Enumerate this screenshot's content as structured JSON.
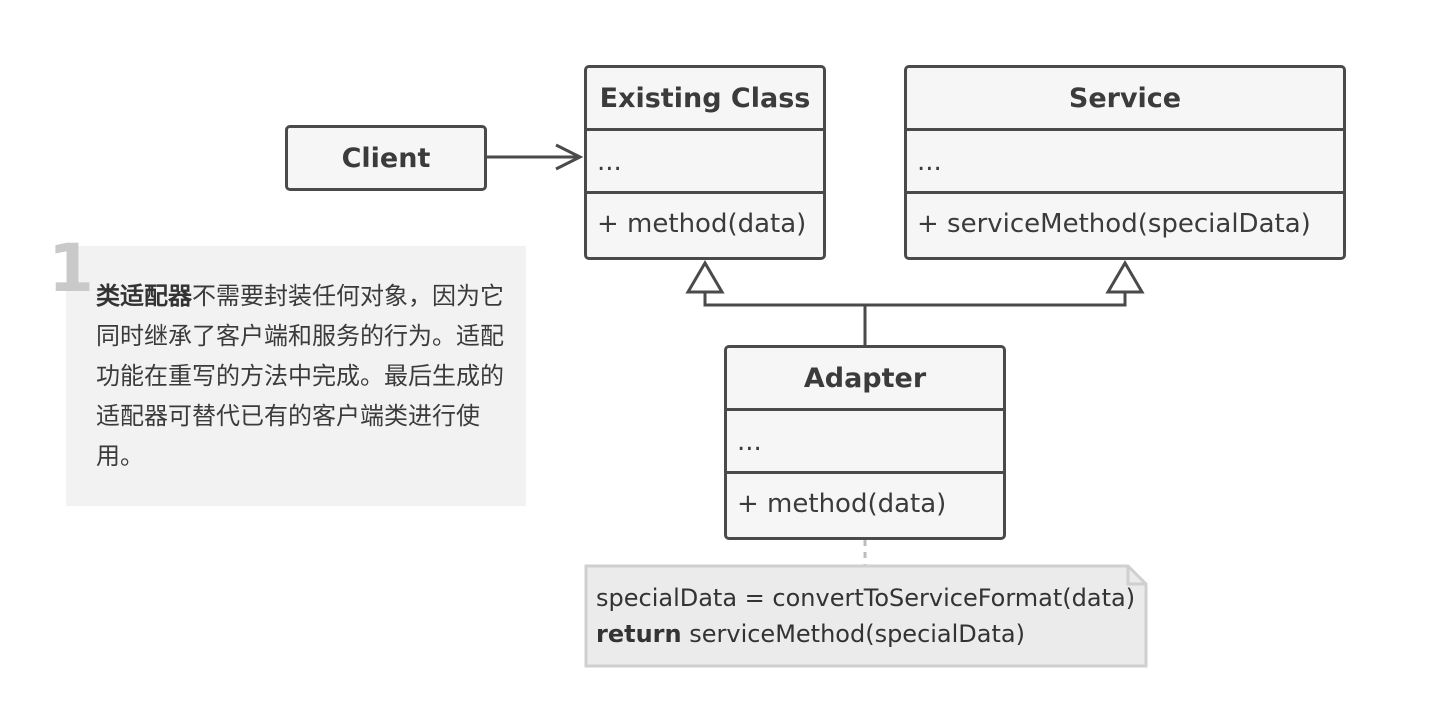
{
  "diagram": {
    "client": {
      "label": "Client"
    },
    "existing_class": {
      "title": "Existing Class",
      "fields": "...",
      "methods": "+ method(data)"
    },
    "service": {
      "title": "Service",
      "fields": "...",
      "methods": "+ serviceMethod(specialData)"
    },
    "adapter": {
      "title": "Adapter",
      "fields": "...",
      "methods": "+ method(data)"
    },
    "code_note": {
      "line1": "specialData = convertToServiceFormat(data)",
      "line2_keyword": "return",
      "line2_rest": " serviceMethod(specialData)"
    }
  },
  "annotation": {
    "number": "1",
    "bold_term": "类适配器",
    "text": "不需要封装任何对象，因为它同时继承了客户端和服务的行为。适配功能在重写的方法中完成。最后生成的适配器可替代已有的客户端类进行使用。"
  },
  "colors": {
    "stroke": "#4a4a4a",
    "box_fill": "#f6f6f6",
    "note_panel": "#f2f2f2",
    "code_note_fill": "#ebebeb",
    "code_note_stroke": "#cfcfcf",
    "number": "#c9c9c9"
  }
}
